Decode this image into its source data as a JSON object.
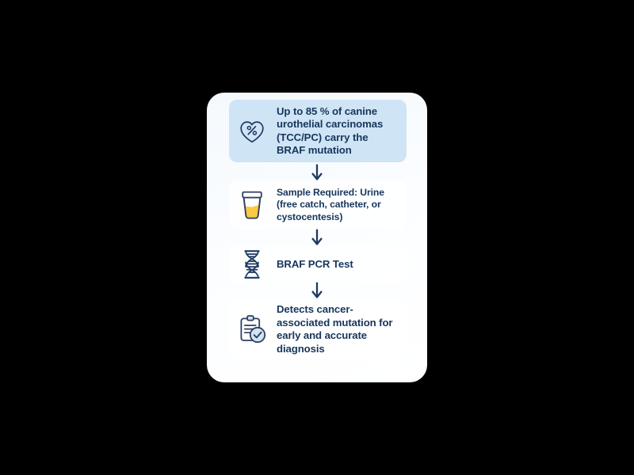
{
  "card": {
    "background_color": "#f6fafd",
    "accent_color": "#cfe4f5",
    "text_color": "#17365c",
    "liquid_color": "#fbc943"
  },
  "steps": [
    {
      "id": "statistic",
      "icon": "heart-percent-icon",
      "text": "Up to 85 % of canine urothelial carcinomas (TCC/PC) carry the BRAF mutation",
      "highlight": true
    },
    {
      "id": "sample-required",
      "icon": "urine-cup-icon",
      "text": "Sample Required: Urine (free catch, catheter, or cystocentesis)",
      "highlight": false
    },
    {
      "id": "test-name",
      "icon": "dna-helix-icon",
      "text": "BRAF PCR Test",
      "highlight": false
    },
    {
      "id": "result",
      "icon": "clipboard-check-icon",
      "text": "Detects cancer-associated mutation for early and accurate diagnosis",
      "highlight": false
    }
  ],
  "arrows": [
    {
      "id": "arrow-statistic-to-sample",
      "icon": "arrow-down-icon"
    },
    {
      "id": "arrow-sample-to-test",
      "icon": "arrow-down-icon"
    },
    {
      "id": "arrow-test-to-result",
      "icon": "arrow-down-icon"
    }
  ]
}
